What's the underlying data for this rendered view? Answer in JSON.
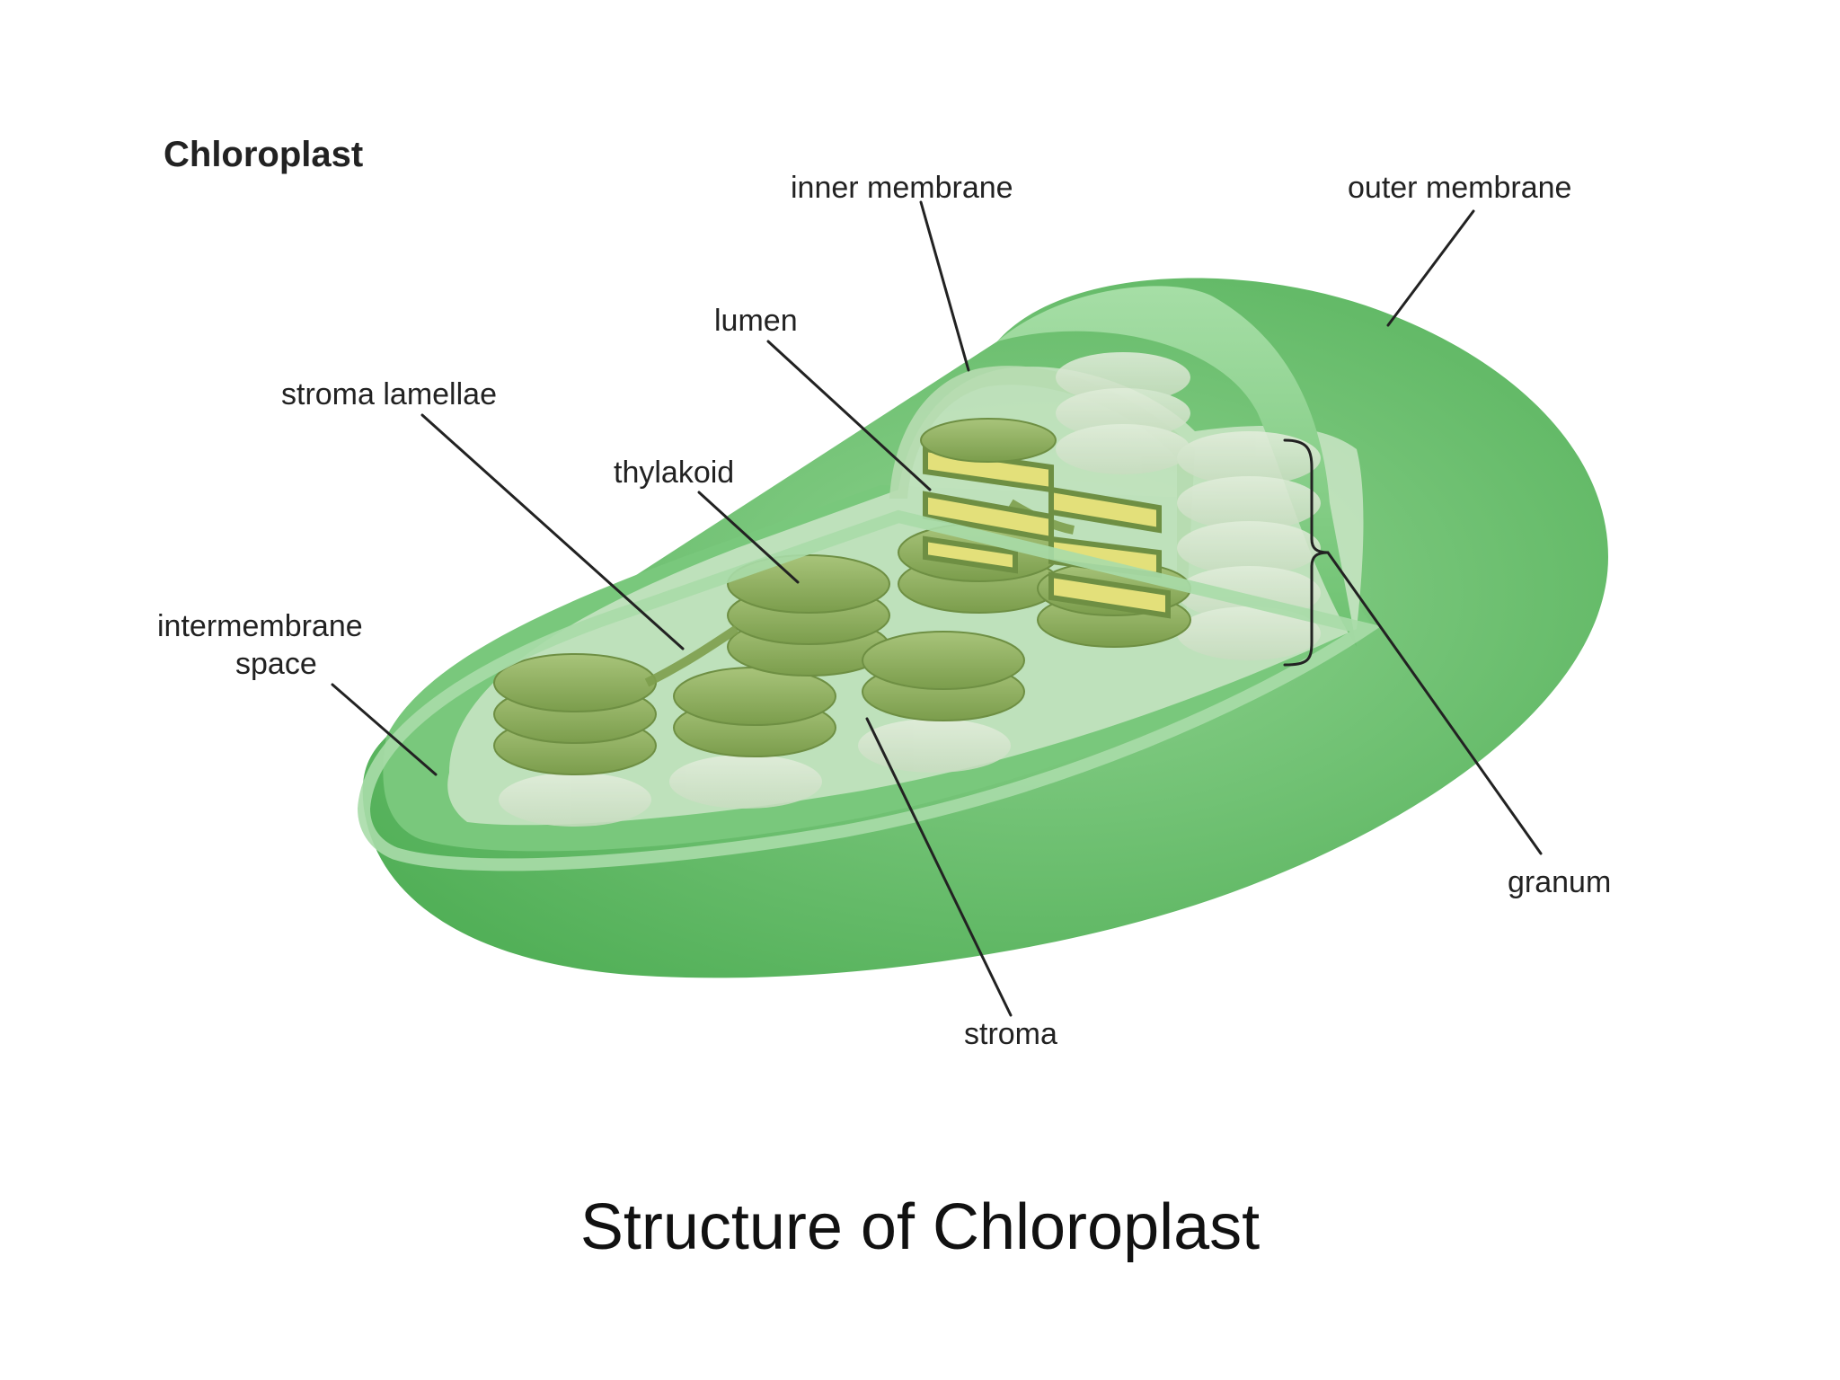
{
  "diagram": {
    "title": "Chloroplast",
    "labels": {
      "inner_membrane": "inner membrane",
      "outer_membrane": "outer membrane",
      "lumen": "lumen",
      "stroma_lamellae": "stroma lamellae",
      "thylakoid": "thylakoid",
      "intermembrane_space_line1": "intermembrane",
      "intermembrane_space_line2": "space",
      "granum": "granum",
      "stroma": "stroma"
    },
    "colors": {
      "outer_green": "#5dbb63",
      "inner_green": "#8fd08f",
      "thylakoid_green": "#8cad5c",
      "lumen_yellow": "#e3e07a"
    }
  },
  "caption": "Structure of Chloroplast"
}
